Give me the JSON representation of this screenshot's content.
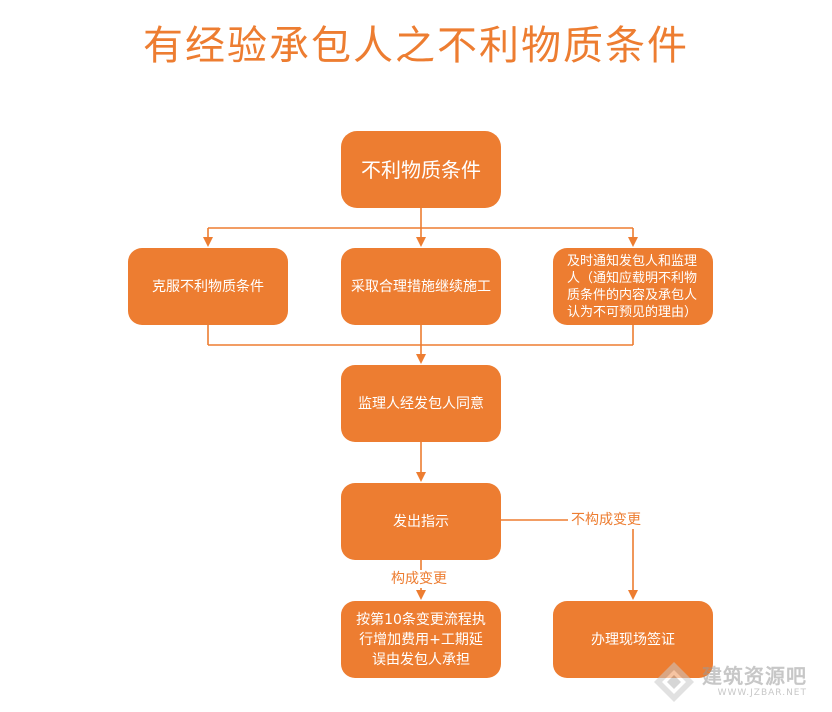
{
  "title": "有经验承包人之不利物质条件",
  "nodes": {
    "root": "不利物质条件",
    "overcome": "克服不利物质条件",
    "measures": "采取合理措施继续施工",
    "notify": "及时通知发包人和监理人（通知应载明不利物质条件的内容及承包人认为不可预见的理由）",
    "agree": "监理人经发包人同意",
    "instruction": "发出指示",
    "variation": "按第10条变更流程执行增加费用+工期延误由发包人承担",
    "signoff": "办理现场签证"
  },
  "edge_labels": {
    "is_variation": "构成变更",
    "not_variation": "不构成变更"
  },
  "watermark": {
    "main": "建筑资源吧",
    "sub": "WWW.JZBAR.NET"
  },
  "colors": {
    "accent": "#ED7D31",
    "text_on_accent": "#FFFFFF"
  }
}
